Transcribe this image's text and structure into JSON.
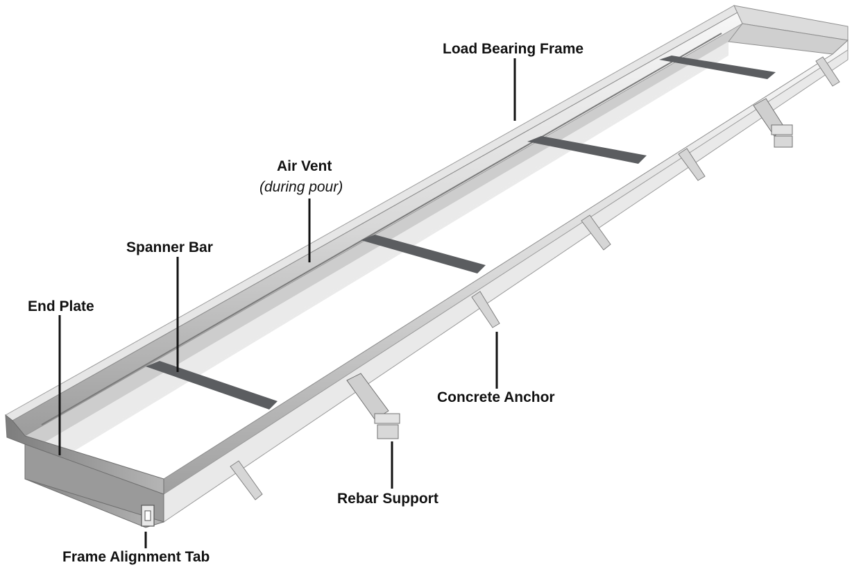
{
  "labels": {
    "load_bearing_frame": "Load Bearing Frame",
    "air_vent": "Air Vent",
    "air_vent_note": "(during pour)",
    "spanner_bar": "Spanner Bar",
    "end_plate": "End Plate",
    "concrete_anchor": "Concrete Anchor",
    "rebar_support": "Rebar Support",
    "frame_alignment_tab": "Frame Alignment Tab"
  },
  "colors": {
    "steel_light": "#ececec",
    "steel_mid": "#c9c9c9",
    "steel_dark": "#8e8e8e",
    "bar_dark": "#55575a",
    "leader_line": "#111111",
    "text": "#111111"
  }
}
